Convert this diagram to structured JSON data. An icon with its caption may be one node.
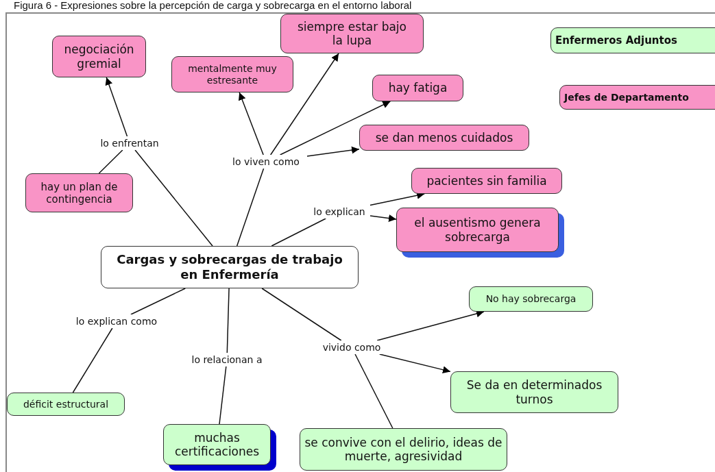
{
  "diagram": {
    "title": "Figura 6 - Expresiones sobre la percepción de carga y sobrecarga en el entorno laboral",
    "nodes": [
      {
        "text": [
          "Cargas y sobrecargas de trabajo en Enfermería"
        ]
      },
      {
        "text": [
          "lo enfrentan"
        ]
      },
      {
        "text": [
          "negociación gremial"
        ]
      },
      {
        "text": [
          "hay un plan de contingencia"
        ]
      },
      {
        "text": [
          "lo viven como"
        ]
      },
      {
        "text": [
          "mentalmente muy estresante"
        ]
      },
      {
        "text": [
          "siempre estar bajo la lupa"
        ]
      },
      {
        "text": [
          "hay fatiga"
        ]
      },
      {
        "text": [
          "se dan menos cuidados"
        ]
      },
      {
        "text": [
          "lo explican"
        ]
      },
      {
        "text": [
          "pacientes sin familia"
        ]
      },
      {
        "text": [
          "el ausentismo genera sobrecarga"
        ]
      },
      {
        "text": [
          "lo explican como"
        ]
      },
      {
        "text": [
          "déficit estructural"
        ]
      },
      {
        "text": [
          "lo relacionan a"
        ]
      },
      {
        "text": [
          "muchas certificaciones"
        ]
      },
      {
        "text": [
          "vivido como"
        ]
      },
      {
        "text": [
          "No hay sobrecarga"
        ]
      },
      {
        "text": [
          "Se da en determinados turnos"
        ]
      },
      {
        "text": [
          "se convive con el delirio, ideas de muerte, agresividad"
        ]
      },
      {
        "text": [
          "Enfermeros Adjuntos"
        ]
      },
      {
        "text": [
          "Jefes de Departamento"
        ]
      }
    ],
    "edges": [
      {
        "from": 0,
        "to": 1,
        "arrow": "none"
      },
      {
        "from": 1,
        "to": 2,
        "arrow": "to"
      },
      {
        "from": 1,
        "to": 3,
        "arrow": "none"
      },
      {
        "from": 0,
        "to": 4,
        "arrow": "none"
      },
      {
        "from": 4,
        "to": 5,
        "arrow": "to"
      },
      {
        "from": 4,
        "to": 6,
        "arrow": "to"
      },
      {
        "from": 4,
        "to": 7,
        "arrow": "to"
      },
      {
        "from": 4,
        "to": 8,
        "arrow": "to"
      },
      {
        "from": 0,
        "to": 9,
        "arrow": "none"
      },
      {
        "from": 9,
        "to": 10,
        "arrow": "to"
      },
      {
        "from": 9,
        "to": 11,
        "arrow": "to"
      },
      {
        "from": 0,
        "to": 12,
        "arrow": "none"
      },
      {
        "from": 12,
        "to": 13,
        "arrow": "none"
      },
      {
        "from": 0,
        "to": 14,
        "arrow": "none"
      },
      {
        "from": 14,
        "to": 15,
        "arrow": "none"
      },
      {
        "from": 0,
        "to": 16,
        "arrow": "none"
      },
      {
        "from": 16,
        "to": 17,
        "arrow": "to"
      },
      {
        "from": 16,
        "to": 18,
        "arrow": "to"
      },
      {
        "from": 16,
        "to": 19,
        "arrow": "none"
      }
    ]
  }
}
